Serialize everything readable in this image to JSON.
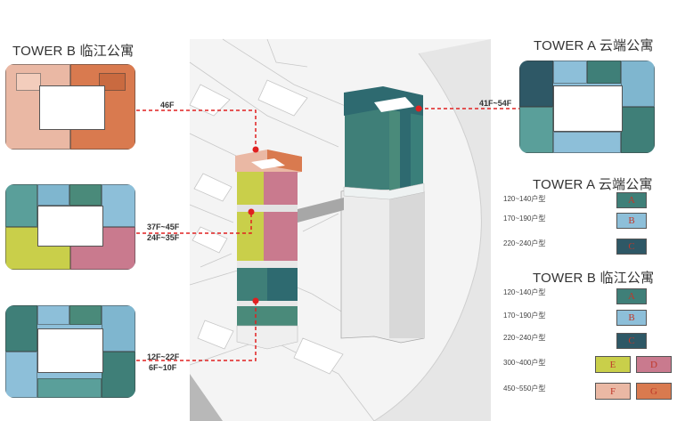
{
  "tower_b_title": "TOWER B 临江公寓",
  "tower_a_title": "TOWER A 云端公寓",
  "floors": {
    "f46": "46F",
    "f37_45": "37F~45F",
    "f24_35": "24F~35F",
    "f12_22": "12F~22F",
    "f6_10": "6F~10F",
    "f41_54": "41F~54F"
  },
  "legend_a": {
    "title": "TOWER A 云端公寓",
    "items": [
      {
        "label": "120~140户型",
        "letter": "A",
        "color": "#3f7f78"
      },
      {
        "label": "170~190户型",
        "letter": "B",
        "color": "#8dbfd9"
      },
      {
        "label": "220~240户型",
        "letter": "C",
        "color": "#2e5866"
      }
    ]
  },
  "legend_b": {
    "title": "TOWER B 临江公寓",
    "items": [
      {
        "label": "120~140户型",
        "letter": "A",
        "color": "#3f7f78"
      },
      {
        "label": "170~190户型",
        "letter": "B",
        "color": "#8dbfd9"
      },
      {
        "label": "220~240户型",
        "letter": "C",
        "color": "#2e5866"
      },
      {
        "label": "300~400户型",
        "letter": "E",
        "letter2": "D",
        "color": "#c9cf4a",
        "color2": "#c97a8e"
      },
      {
        "label": "450~550户型",
        "letter": "F",
        "letter2": "G",
        "color": "#eab8a4",
        "color2": "#d97a4f"
      }
    ]
  },
  "colors": {
    "leader": "#e02020",
    "teal": "#3f7f78",
    "light_blue": "#8dbfd9",
    "dark_teal": "#2e5866",
    "yellow": "#c9cf4a",
    "pink": "#c97a8e",
    "peach": "#eab8a4",
    "orange": "#d97a4f"
  }
}
